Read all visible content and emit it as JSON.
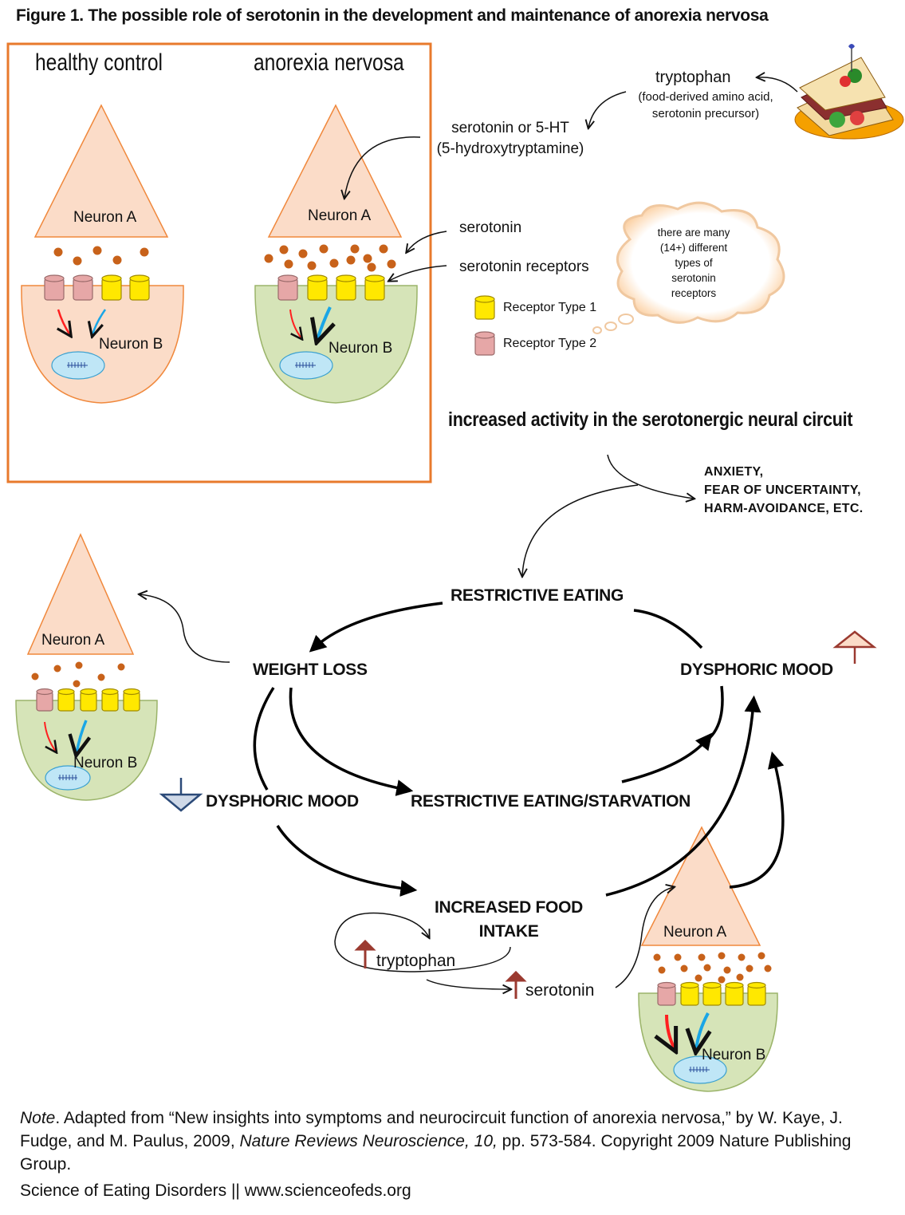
{
  "title": "Figure 1. The possible role of serotonin in the development and maintenance of anorexia nervosa",
  "panels": {
    "healthy": {
      "heading": "healthy control",
      "neuron_a": "Neuron A",
      "neuron_b": "Neuron B"
    },
    "anorexia": {
      "heading": "anorexia nervosa",
      "neuron_a": "Neuron A",
      "neuron_b": "Neuron B"
    },
    "left": {
      "neuron_a": "Neuron A",
      "neuron_b": "Neuron B"
    },
    "bottom": {
      "neuron_a": "Neuron A",
      "neuron_b": "Neuron B"
    }
  },
  "labels": {
    "tryptophan": "tryptophan",
    "tryptophan_desc_1": "(food-derived amino acid,",
    "tryptophan_desc_2": "serotonin precursor)",
    "serotonin_5ht": "serotonin or 5-HT",
    "hydroxy": "(5-hydroxytryptamine)",
    "serotonin": "serotonin",
    "receptors": "serotonin receptors",
    "cloud": [
      "there are many",
      "(14+)  different",
      "types of",
      "serotonin",
      "receptors"
    ]
  },
  "legend": {
    "type1": "Receptor Type 1",
    "type2": "Receptor Type 2"
  },
  "cycle": {
    "headline": "increased activity in the serotonergic neural circuit",
    "anxiety_1": "ANXIETY,",
    "anxiety_2": "FEAR OF UNCERTAINTY,",
    "anxiety_3": "HARM-AVOIDANCE, ETC.",
    "restrictive": "RESTRICTIVE EATING",
    "weight_loss": "WEIGHT LOSS",
    "dysphoric_up": "DYSPHORIC MOOD",
    "dysphoric_down": "DYSPHORIC MOOD",
    "starvation": "RESTRICTIVE EATING/STARVATION",
    "food_1": "INCREASED FOOD",
    "food_2": "INTAKE",
    "tryptophan": "tryptophan",
    "serotonin": "serotonin"
  },
  "note": {
    "lead": "Note",
    "text_1": ". Adapted from “New insights into symptoms and neurocircuit function of anorexia nervosa,” by W. Kaye, J. Fudge, and M. Paulus, 2009, ",
    "journal": "Nature Reviews Neuroscience, 10,",
    "text_2": " pp. 573-584. Copyright 2009 Nature Publishing Group."
  },
  "footer": "Science of Eating Disorders || www.scienceofeds.org",
  "colors": {
    "neuron_fill": "#fbdcc8",
    "neuron_stroke": "#f0883c",
    "frame": "#e87a2c",
    "neuron_b_green": "#d6e4b8",
    "neuron_b_green_stroke": "#9bb46a",
    "serotonin_dot": "#c8621a",
    "receptor_yellow": "#ffe800",
    "receptor_pink": "#e6a7a7",
    "nucleus": "#bfe6f6",
    "red_arrow": "#ff2020",
    "blue_arrow": "#1aa6e6",
    "up_arrow": "#9b3a30",
    "down_arrow": "#2b4a78"
  }
}
